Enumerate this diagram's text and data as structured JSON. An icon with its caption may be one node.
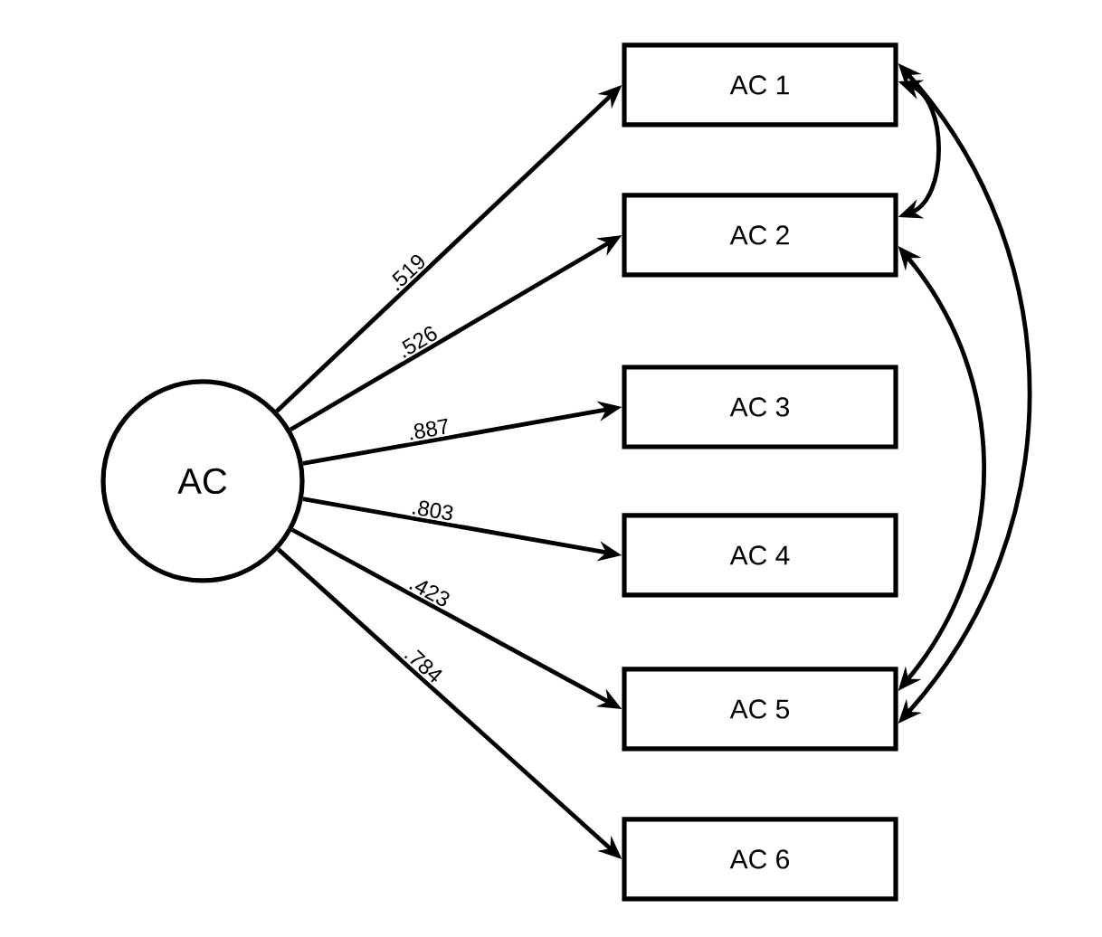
{
  "diagram": {
    "nodes": [
      {
        "text": [
          "AC"
        ]
      },
      {
        "text": [
          "AC 1"
        ]
      },
      {
        "text": [
          "AC 2"
        ]
      },
      {
        "text": [
          "AC 3"
        ]
      },
      {
        "text": [
          "AC 4"
        ]
      },
      {
        "text": [
          "AC 5"
        ]
      },
      {
        "text": [
          "AC 6"
        ]
      }
    ],
    "edges": [
      {
        "from": 0,
        "to": 1,
        "arrow": "to",
        "label": ".519"
      },
      {
        "from": 0,
        "to": 2,
        "arrow": "to",
        "label": ".526"
      },
      {
        "from": 0,
        "to": 3,
        "arrow": "to",
        "label": ".887"
      },
      {
        "from": 0,
        "to": 4,
        "arrow": "to",
        "label": ".803"
      },
      {
        "from": 0,
        "to": 5,
        "arrow": "to",
        "label": ".423"
      },
      {
        "from": 0,
        "to": 6,
        "arrow": "to",
        "label": ".784"
      },
      {
        "from": 1,
        "to": 2,
        "arrow": "both"
      },
      {
        "from": 2,
        "to": 5,
        "arrow": "both"
      },
      {
        "from": 1,
        "to": 5,
        "arrow": "both"
      }
    ]
  }
}
